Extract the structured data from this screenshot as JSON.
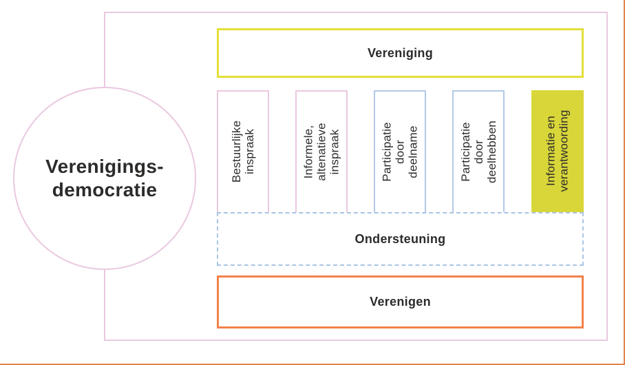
{
  "colors": {
    "pink_border": "#eac8e0",
    "yellow_border": "#e3df39",
    "yellow_fill": "#d9d63a",
    "blue_border": "#b3c8e8",
    "blue_dashed": "#a9c4e5",
    "orange_border": "#f2824a",
    "page_edge_orange": "#e0834b",
    "text": "#2d2b2a"
  },
  "diagram": {
    "circle_label_lines": [
      "Verenigings-",
      "democratie"
    ],
    "top_band": {
      "label": "Vereniging"
    },
    "columns": [
      {
        "id": "bestuurlijke-inspraak",
        "style": "pink",
        "lines": [
          "Bestuurlijke",
          "inspraak"
        ]
      },
      {
        "id": "informele-altenatieve-inspraak",
        "style": "pink",
        "lines": [
          "Informele,",
          "altenatieve",
          "inspraak"
        ]
      },
      {
        "id": "participatie-door-deelname",
        "style": "blue",
        "lines": [
          "Participatie",
          "door deelname"
        ]
      },
      {
        "id": "participatie-door-deelhebben",
        "style": "blue",
        "lines": [
          "Participatie",
          "door",
          "deelhebben"
        ]
      },
      {
        "id": "informatie-en-verantwoording",
        "style": "yellow-filled",
        "lines": [
          "Informatie en",
          "verantwoording"
        ]
      }
    ],
    "support_band": {
      "label": "Ondersteuning"
    },
    "bottom_band": {
      "label": "Verenigen"
    }
  }
}
